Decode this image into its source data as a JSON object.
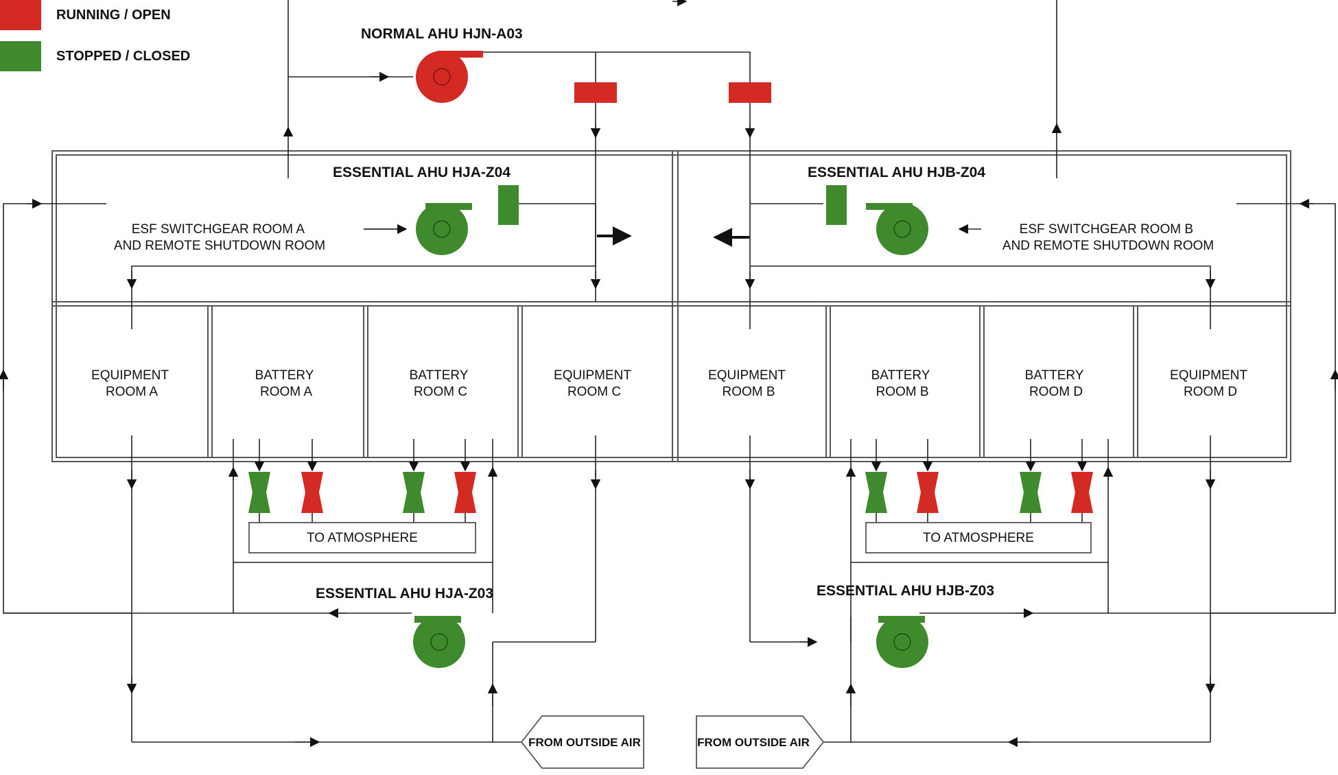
{
  "legend": {
    "running_label": "RUNNING / OPEN",
    "stopped_label": "STOPPED / CLOSED"
  },
  "colors": {
    "running": "#d42a24",
    "stopped": "#3f8a2c",
    "line": "#222222",
    "wall": "#555555"
  },
  "labels": {
    "normal_ahu": "NORMAL AHU HJN-A03",
    "essential_ahu_a_z04": "ESSENTIAL AHU HJA-Z04",
    "essential_ahu_b_z04": "ESSENTIAL AHU HJB-Z04",
    "essential_ahu_a_z03": "ESSENTIAL AHU HJA-Z03",
    "essential_ahu_b_z03": "ESSENTIAL AHU HJB-Z03",
    "to_atmosphere_a": "TO ATMOSPHERE",
    "to_atmosphere_b": "TO ATMOSPHERE",
    "outside_air_a": "FROM OUTSIDE AIR",
    "outside_air_b": "FROM OUTSIDE AIR"
  },
  "rooms": {
    "switchgear_a": [
      "ESF SWITCHGEAR ROOM A",
      "AND REMOTE SHUTDOWN ROOM"
    ],
    "switchgear_b": [
      "ESF SWITCHGEAR ROOM B",
      "AND REMOTE SHUTDOWN ROOM"
    ],
    "equipment_a": [
      "EQUIPMENT",
      "ROOM A"
    ],
    "battery_a": [
      "BATTERY",
      "ROOM A"
    ],
    "battery_c": [
      "BATTERY",
      "ROOM C"
    ],
    "equipment_c": [
      "EQUIPMENT",
      "ROOM C"
    ],
    "equipment_b": [
      "EQUIPMENT",
      "ROOM B"
    ],
    "battery_b": [
      "BATTERY",
      "ROOM B"
    ],
    "battery_d": [
      "BATTERY",
      "ROOM D"
    ],
    "equipment_d": [
      "EQUIPMENT",
      "ROOM D"
    ]
  },
  "states": {
    "normal_ahu": "running",
    "damper_normal_left": "running",
    "damper_normal_right": "running",
    "ahu_a_z04": "stopped",
    "damper_a_z04": "stopped",
    "ahu_b_z04": "stopped",
    "damper_b_z04": "stopped",
    "ahu_a_z03": "stopped",
    "ahu_b_z03": "stopped",
    "exhaust_fans": [
      "stopped",
      "running",
      "stopped",
      "running",
      "stopped",
      "running",
      "stopped",
      "running"
    ]
  }
}
